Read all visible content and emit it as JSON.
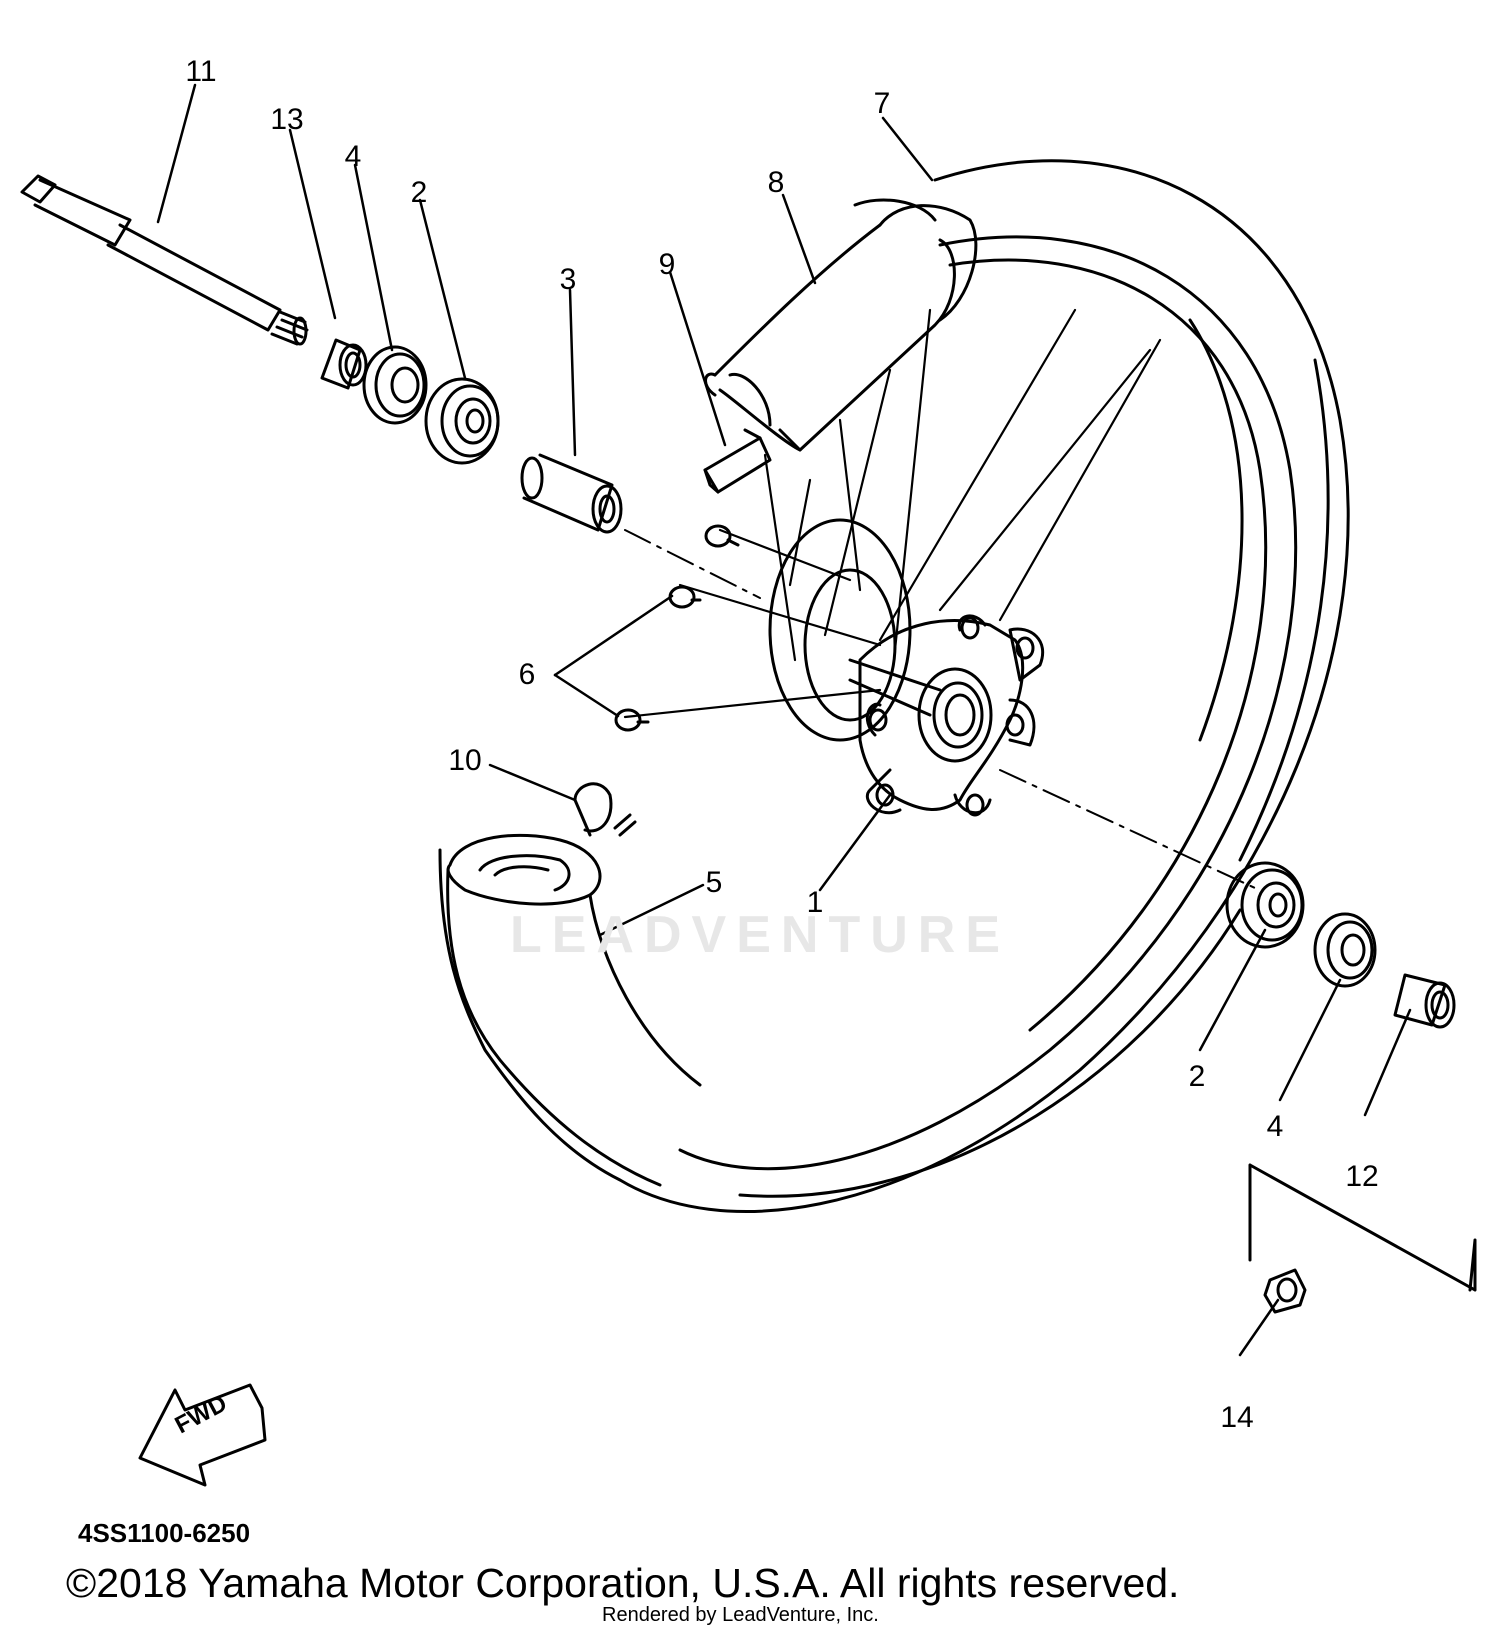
{
  "diagram": {
    "callouts": [
      {
        "id": "11",
        "text": "11"
      },
      {
        "id": "13",
        "text": "13"
      },
      {
        "id": "4a",
        "text": "4"
      },
      {
        "id": "2a",
        "text": "2"
      },
      {
        "id": "3",
        "text": "3"
      },
      {
        "id": "9",
        "text": "9"
      },
      {
        "id": "8",
        "text": "8"
      },
      {
        "id": "7",
        "text": "7"
      },
      {
        "id": "6",
        "text": "6"
      },
      {
        "id": "10",
        "text": "10"
      },
      {
        "id": "5",
        "text": "5"
      },
      {
        "id": "1",
        "text": "1"
      },
      {
        "id": "2b",
        "text": "2"
      },
      {
        "id": "4b",
        "text": "4"
      },
      {
        "id": "12",
        "text": "12"
      },
      {
        "id": "14",
        "text": "14"
      }
    ],
    "fwd_label": "FWD",
    "watermark": "LEADVENTURE",
    "part_code": "4SS1100-6250",
    "copyright": "©2018 Yamaha Motor Corporation, U.S.A. All rights reserved.",
    "rendered_by": "Rendered by LeadVenture, Inc."
  }
}
